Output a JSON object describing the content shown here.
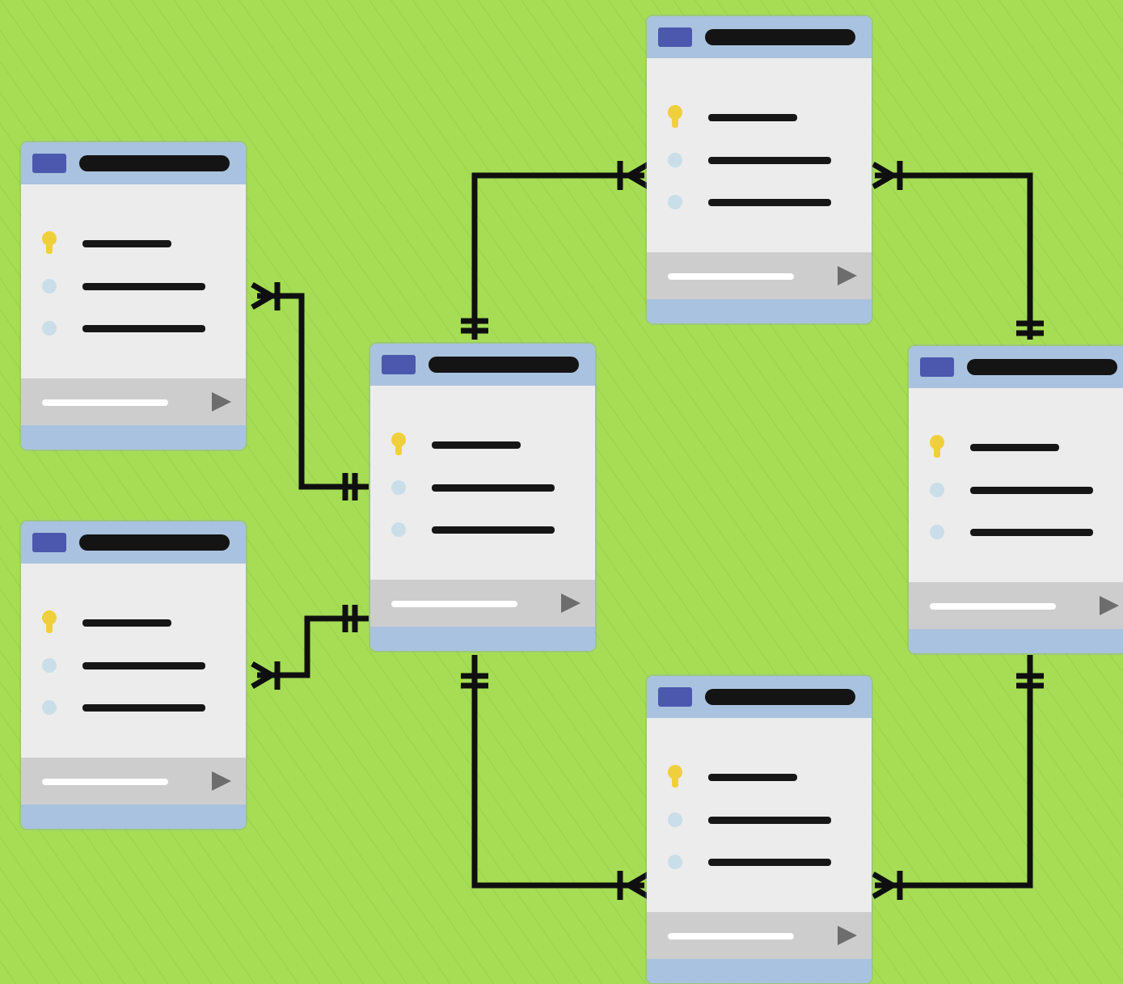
{
  "colors": {
    "background": "#a6dd55",
    "stripe": "#7fb93a",
    "connector": "#0f0f0f",
    "header_panel": "#a9c2df",
    "header_square": "#4c58ad",
    "header_bar": "#141414",
    "body": "#ececec",
    "field_line": "#161616",
    "key_icon": "#f0cf3c",
    "field_icon": "#c9dee8",
    "footer": "#cdcdcd",
    "footer_bar": "#ffffff",
    "play_icon": "#6d6d6d"
  },
  "entities": [
    {
      "id": "table-left-top",
      "fields": [
        {
          "icon": "key-icon"
        },
        {
          "icon": "field-icon"
        },
        {
          "icon": "field-icon"
        }
      ]
    },
    {
      "id": "table-left-bottom",
      "fields": [
        {
          "icon": "key-icon"
        },
        {
          "icon": "field-icon"
        },
        {
          "icon": "field-icon"
        }
      ]
    },
    {
      "id": "table-center",
      "fields": [
        {
          "icon": "key-icon"
        },
        {
          "icon": "field-icon"
        },
        {
          "icon": "field-icon"
        }
      ]
    },
    {
      "id": "table-top-right",
      "fields": [
        {
          "icon": "key-icon"
        },
        {
          "icon": "field-icon"
        },
        {
          "icon": "field-icon"
        }
      ]
    },
    {
      "id": "table-right",
      "fields": [
        {
          "icon": "key-icon"
        },
        {
          "icon": "field-icon"
        },
        {
          "icon": "field-icon"
        }
      ]
    },
    {
      "id": "table-bottom",
      "fields": [
        {
          "icon": "key-icon"
        },
        {
          "icon": "field-icon"
        },
        {
          "icon": "field-icon"
        }
      ]
    }
  ],
  "relationships": [
    {
      "from": "table-left-top",
      "to": "table-center",
      "from_end": "one-or-many",
      "to_end": "one-and-only-one"
    },
    {
      "from": "table-left-bottom",
      "to": "table-center",
      "from_end": "one-or-many",
      "to_end": "one-and-only-one"
    },
    {
      "from": "table-center",
      "to": "table-top-right",
      "from_end": "one-and-only-one",
      "to_end": "one-or-many"
    },
    {
      "from": "table-top-right",
      "to": "table-right",
      "from_end": "one-or-many",
      "to_end": "one-and-only-one"
    },
    {
      "from": "table-center",
      "to": "table-bottom",
      "from_end": "one-and-only-one",
      "to_end": "one-or-many"
    },
    {
      "from": "table-right",
      "to": "table-bottom",
      "from_end": "one-and-only-one",
      "to_end": "one-or-many"
    }
  ]
}
